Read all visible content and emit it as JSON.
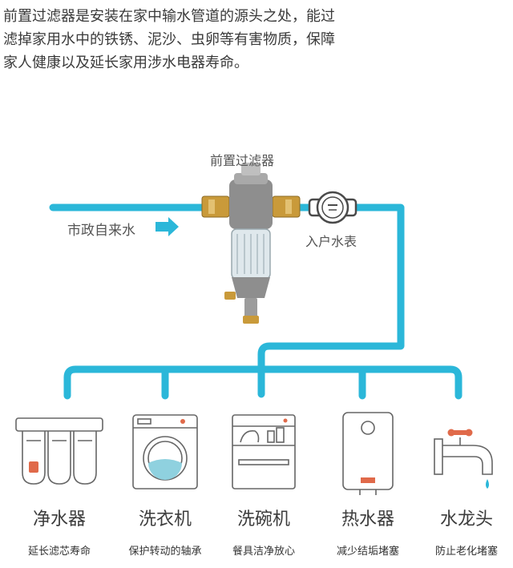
{
  "intro": {
    "lines": [
      "前置过滤器是安装在家中输水管道的源头之处，能过",
      "滤掉家用水中的铁锈、泥沙、虫卵等有害物质，保障",
      "家人健康以及延长家用涉水电器寿命。"
    ]
  },
  "diagram": {
    "filter_label": "前置过滤器",
    "supply_label": "市政自来水",
    "meter_label": "入户水表",
    "pipe_color": "#2bb7d9",
    "appliances": [
      {
        "name": "净水器",
        "benefit": "延长滤芯寿命",
        "icon": "water-purifier-icon"
      },
      {
        "name": "洗衣机",
        "benefit": "保护转动的轴承",
        "icon": "washing-machine-icon"
      },
      {
        "name": "洗碗机",
        "benefit": "餐具洁净放心",
        "icon": "dishwasher-icon"
      },
      {
        "name": "热水器",
        "benefit": "减少结垢堵塞",
        "icon": "water-heater-icon"
      },
      {
        "name": "水龙头",
        "benefit": "防止老化堵塞",
        "icon": "faucet-icon"
      }
    ]
  }
}
